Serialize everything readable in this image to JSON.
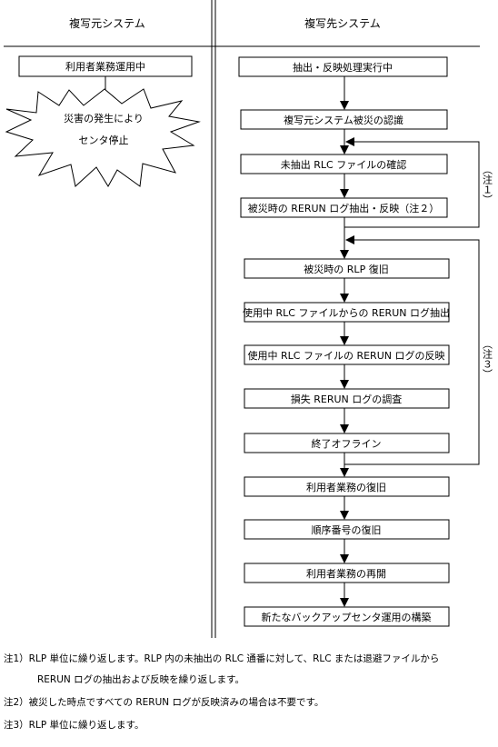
{
  "headers": {
    "source_system": "複写元システム",
    "target_system": "複写先システム"
  },
  "left": {
    "box1": "利用者業務運用中",
    "burst_line1": "災害の発生により",
    "burst_line2": "センタ停止"
  },
  "right": {
    "steps": [
      "抽出・反映処理実行中",
      "複写元システム被災の認識",
      "未抽出 RLC ファイルの確認",
      "被災時の RERUN ログ抽出・反映（注２）",
      "被災時の RLP 復旧",
      "使用中 RLC ファイルからの RERUN ログ抽出",
      "使用中 RLC ファイルの RERUN ログの反映",
      "損失 RERUN ログの調査",
      "終了オフライン",
      "利用者業務の復旧",
      "順序番号の復旧",
      "利用者業務の再開",
      "新たなバックアップセンタ運用の構築"
    ],
    "loop1_label": "（注１）",
    "loop2_label": "（注３）"
  },
  "notes": [
    "注1）RLP 単位に繰り返します。RLP 内の未抽出の RLC 通番に対して、RLC または退避ファイルから",
    "RERUN ログの抽出および反映を繰り返します。",
    "注2）被災した時点ですべての RERUN ログが反映済みの場合は不要です。",
    "注3）RLP 単位に繰り返します。"
  ]
}
